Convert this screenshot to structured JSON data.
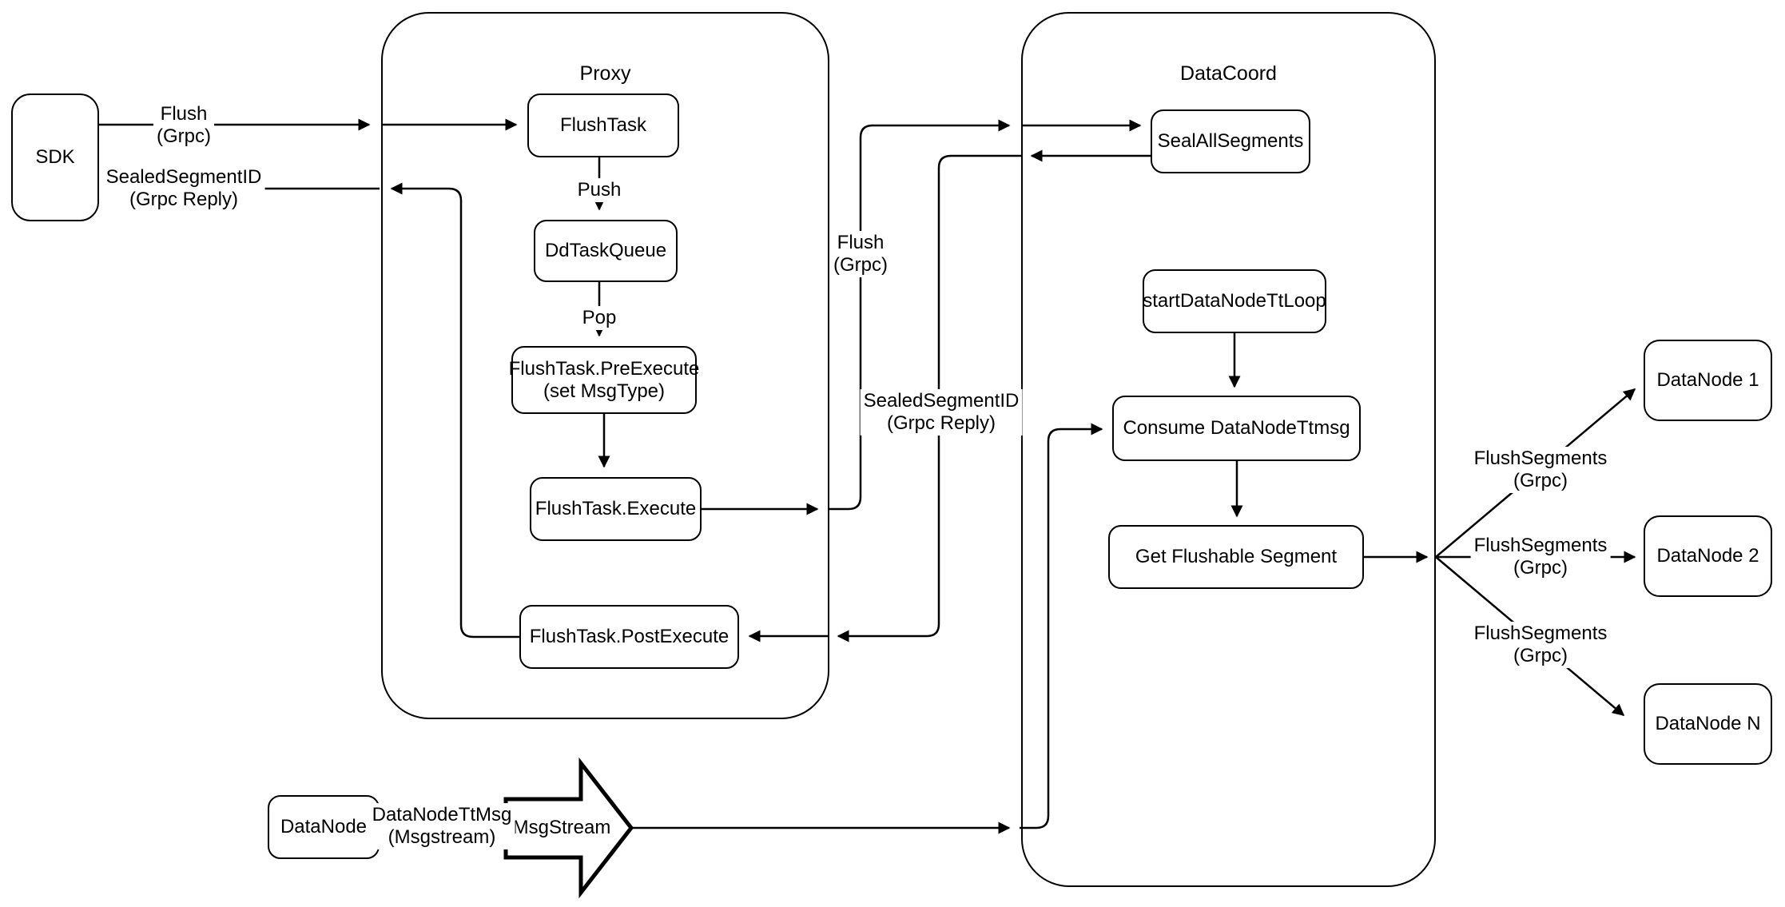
{
  "containers": {
    "proxy": {
      "title": "Proxy"
    },
    "data_coord": {
      "title": "DataCoord"
    }
  },
  "nodes": {
    "sdk": {
      "label": "SDK"
    },
    "flush_task": {
      "label": "FlushTask"
    },
    "dd_task_queue": {
      "label": "DdTaskQueue"
    },
    "pre_execute": {
      "label": "FlushTask.PreExecute\n(set MsgType)"
    },
    "execute": {
      "label": "FlushTask.Execute"
    },
    "post_execute": {
      "label": "FlushTask.PostExecute"
    },
    "seal_all_segments": {
      "label": "SealAllSegments"
    },
    "start_data_node_tt_loop": {
      "label": "startDataNodeTtLoop"
    },
    "consume_data_node_ttmsg": {
      "label": "Consume DataNodeTtmsg"
    },
    "get_flushable_segment": {
      "label": "Get Flushable Segment"
    },
    "msg_stream": {
      "label": "MsgStream"
    },
    "data_node": {
      "label": "DataNode"
    },
    "data_node_1": {
      "label": "DataNode 1"
    },
    "data_node_2": {
      "label": "DataNode 2"
    },
    "data_node_n": {
      "label": "DataNode N"
    }
  },
  "edge_labels": {
    "flush_grpc_sdk": {
      "text": "Flush\n(Grpc)"
    },
    "sealed_segment_id_sdk": {
      "text": "SealedSegmentID\n(Grpc Reply)"
    },
    "push": {
      "text": "Push"
    },
    "pop": {
      "text": "Pop"
    },
    "flush_grpc_proxy": {
      "text": "Flush\n(Grpc)"
    },
    "sealed_segment_id_proxy": {
      "text": "SealedSegmentID\n(Grpc Reply)"
    },
    "flush_segments_1": {
      "text": "FlushSegments\n(Grpc)"
    },
    "flush_segments_2": {
      "text": "FlushSegments\n(Grpc)"
    },
    "flush_segments_3": {
      "text": "FlushSegments\n(Grpc)"
    },
    "data_node_tt_msg": {
      "text": "DataNodeTtMsg\n(Msgstream)"
    }
  },
  "colors": {
    "stroke": "#000000",
    "background": "#ffffff"
  }
}
